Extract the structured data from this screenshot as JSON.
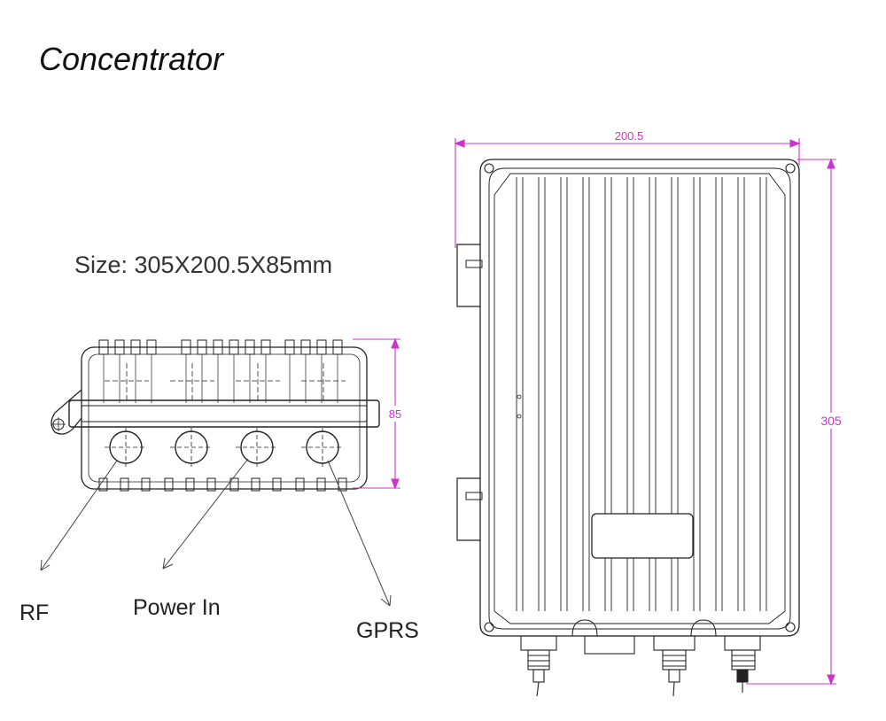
{
  "title": "Concentrator",
  "size_label": "Size: 305X200.5X85mm",
  "callouts": {
    "rf": "RF",
    "power_in": "Power In",
    "gprs": "GPRS"
  },
  "dimensions": {
    "side_height": "85",
    "front_width": "200.5",
    "front_height": "305"
  },
  "colors": {
    "dimension": "#cc33cc",
    "drawing": "#222222"
  }
}
